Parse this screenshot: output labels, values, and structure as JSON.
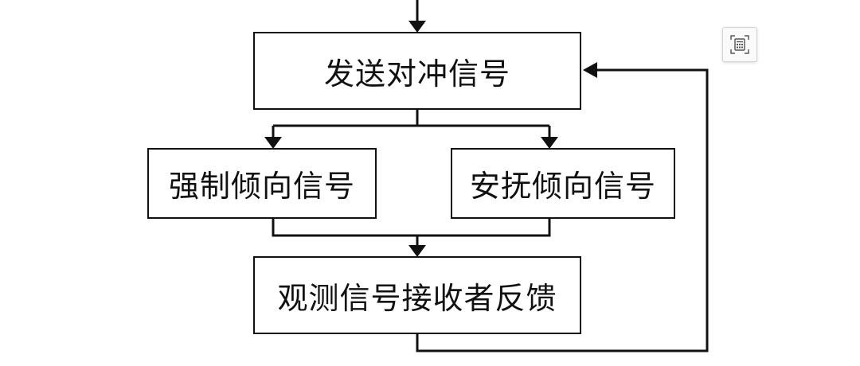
{
  "diagram": {
    "nodes": {
      "send": "发送对冲信号",
      "force": "强制倾向信号",
      "soothe": "安抚倾向信号",
      "observe": "观测信号接收者反馈"
    },
    "edges": [
      {
        "from": "entry",
        "to": "send"
      },
      {
        "from": "send",
        "to": "force"
      },
      {
        "from": "send",
        "to": "soothe"
      },
      {
        "from": "force",
        "to": "observe"
      },
      {
        "from": "soothe",
        "to": "observe"
      },
      {
        "from": "observe",
        "to": "send",
        "kind": "feedback-loop"
      }
    ],
    "colors": {
      "line": "#111111",
      "box_border": "#111111",
      "text": "#111111"
    }
  },
  "toolbar": {
    "calculator_icon": "calculator-icon"
  }
}
